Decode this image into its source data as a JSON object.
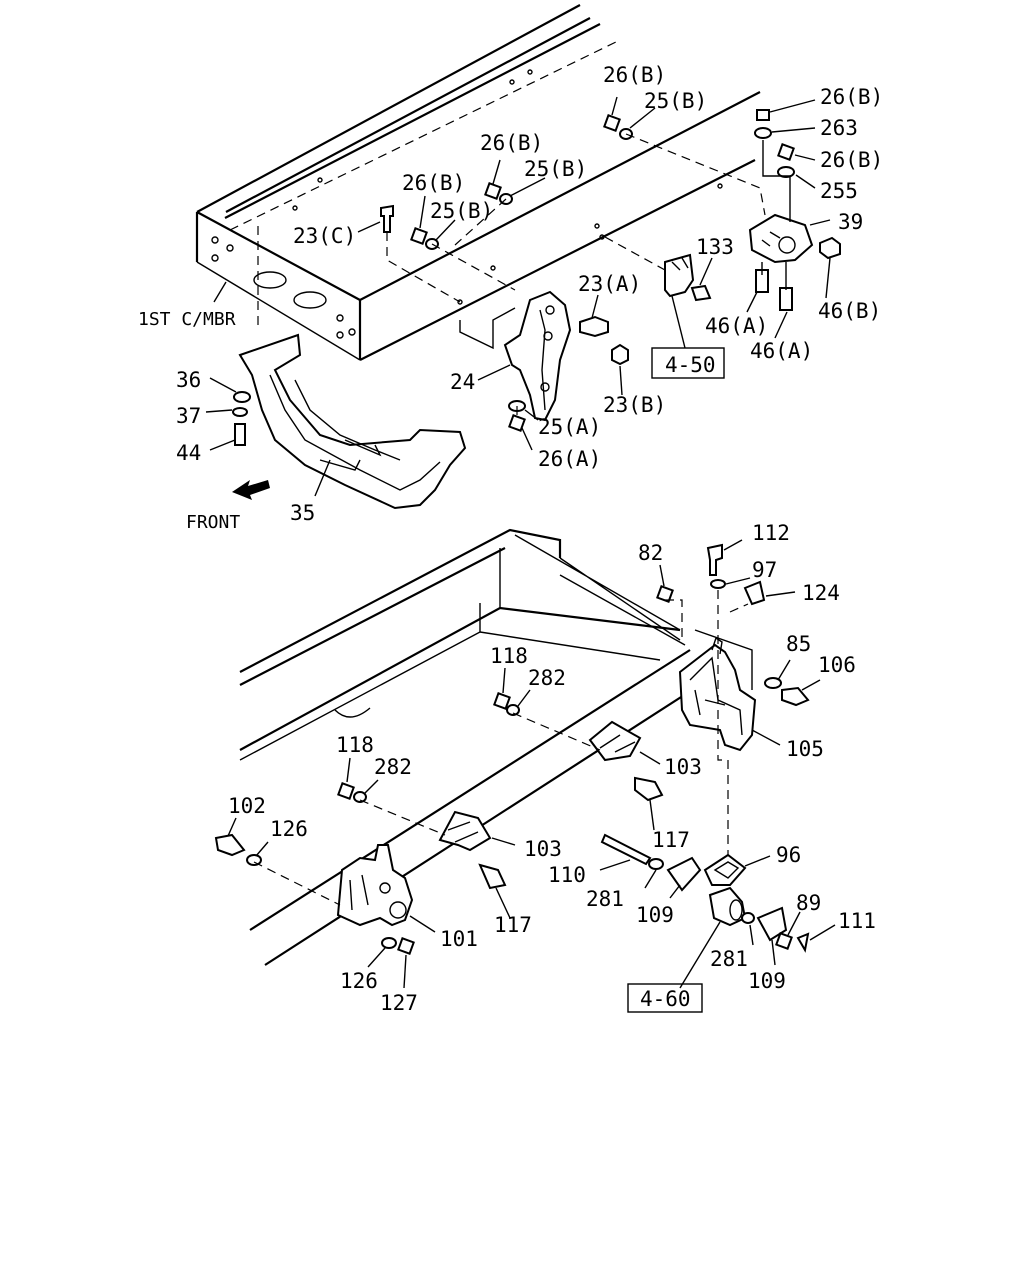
{
  "labels": {
    "l_26B_a": "26(B)",
    "l_25B_a": "25(B)",
    "l_26B_b": "26(B)",
    "l_263": "263",
    "l_26B_c": "26(B)",
    "l_255": "255",
    "l_26B_d": "26(B)",
    "l_25B_b": "25(B)",
    "l_39": "39",
    "l_26B_e": "26(B)",
    "l_25B_c": "25(B)",
    "l_23C": "23(C)",
    "l_133": "133",
    "l_23A": "23(A)",
    "l_46A_a": "46(A)",
    "l_46B": "46(B)",
    "l_1stcmbr": "1ST C/MBR",
    "l_46A_b": "46(A)",
    "l_36": "36",
    "l_24": "24",
    "l_23B": "23(B)",
    "l_37": "37",
    "l_25A": "25(A)",
    "l_44": "44",
    "l_26A": "26(A)",
    "l_front": "FRONT",
    "l_35": "35",
    "l_112": "112",
    "l_82": "82",
    "l_97": "97",
    "l_124": "124",
    "l_85": "85",
    "l_106": "106",
    "l_118_a": "118",
    "l_282_a": "282",
    "l_105": "105",
    "l_103_a": "103",
    "l_118_b": "118",
    "l_282_b": "282",
    "l_102": "102",
    "l_126_a": "126",
    "l_117_a": "117",
    "l_103_b": "103",
    "l_96": "96",
    "l_110": "110",
    "l_281_a": "281",
    "l_109_a": "109",
    "l_89": "89",
    "l_111": "111",
    "l_117_b": "117",
    "l_101": "101",
    "l_281_b": "281",
    "l_109_b": "109",
    "l_126_b": "126",
    "l_127": "127"
  },
  "refs": {
    "ref_450": "4-50",
    "ref_460": "4-60"
  }
}
